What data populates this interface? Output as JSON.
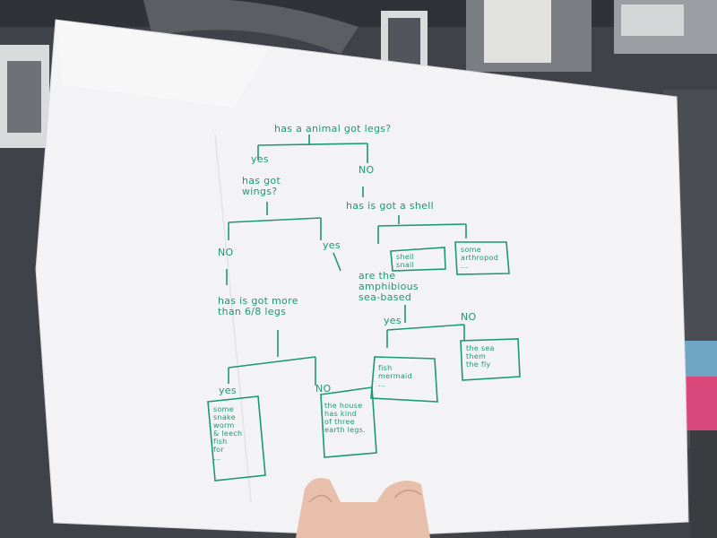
{
  "scene": {
    "ink_color": "#1a9a6c",
    "paper_color": "#f4f4f6",
    "background_color": "#3e4147",
    "skin_color": "#e9c2ae"
  },
  "flowchart": {
    "root": "has a animal got legs?",
    "yes_1": "yes",
    "no_1": "NO",
    "q_wings": "has got\nwings?",
    "q_water": "has is got a shell",
    "no_2": "NO",
    "yes_2": "yes",
    "q_legs_count": "has is got more\nthan 6/8 legs",
    "q_amphibian": "are the\namphibious\nsea-based",
    "box_shell_1": "shell\nsnail",
    "box_shell_2": "some\narthropod\n...",
    "yes_3": "yes",
    "no_3": "NO",
    "yes_4": "yes",
    "no_4": "NO",
    "box_a": "some\nsnake\nworm\n& leech\nfish\nfor\n...",
    "box_b": "the house\nhas kind\nof three\nearth legs.",
    "box_c": "fish\nmermaid\n...",
    "box_d": "the sea\nthem\nthe fly"
  }
}
